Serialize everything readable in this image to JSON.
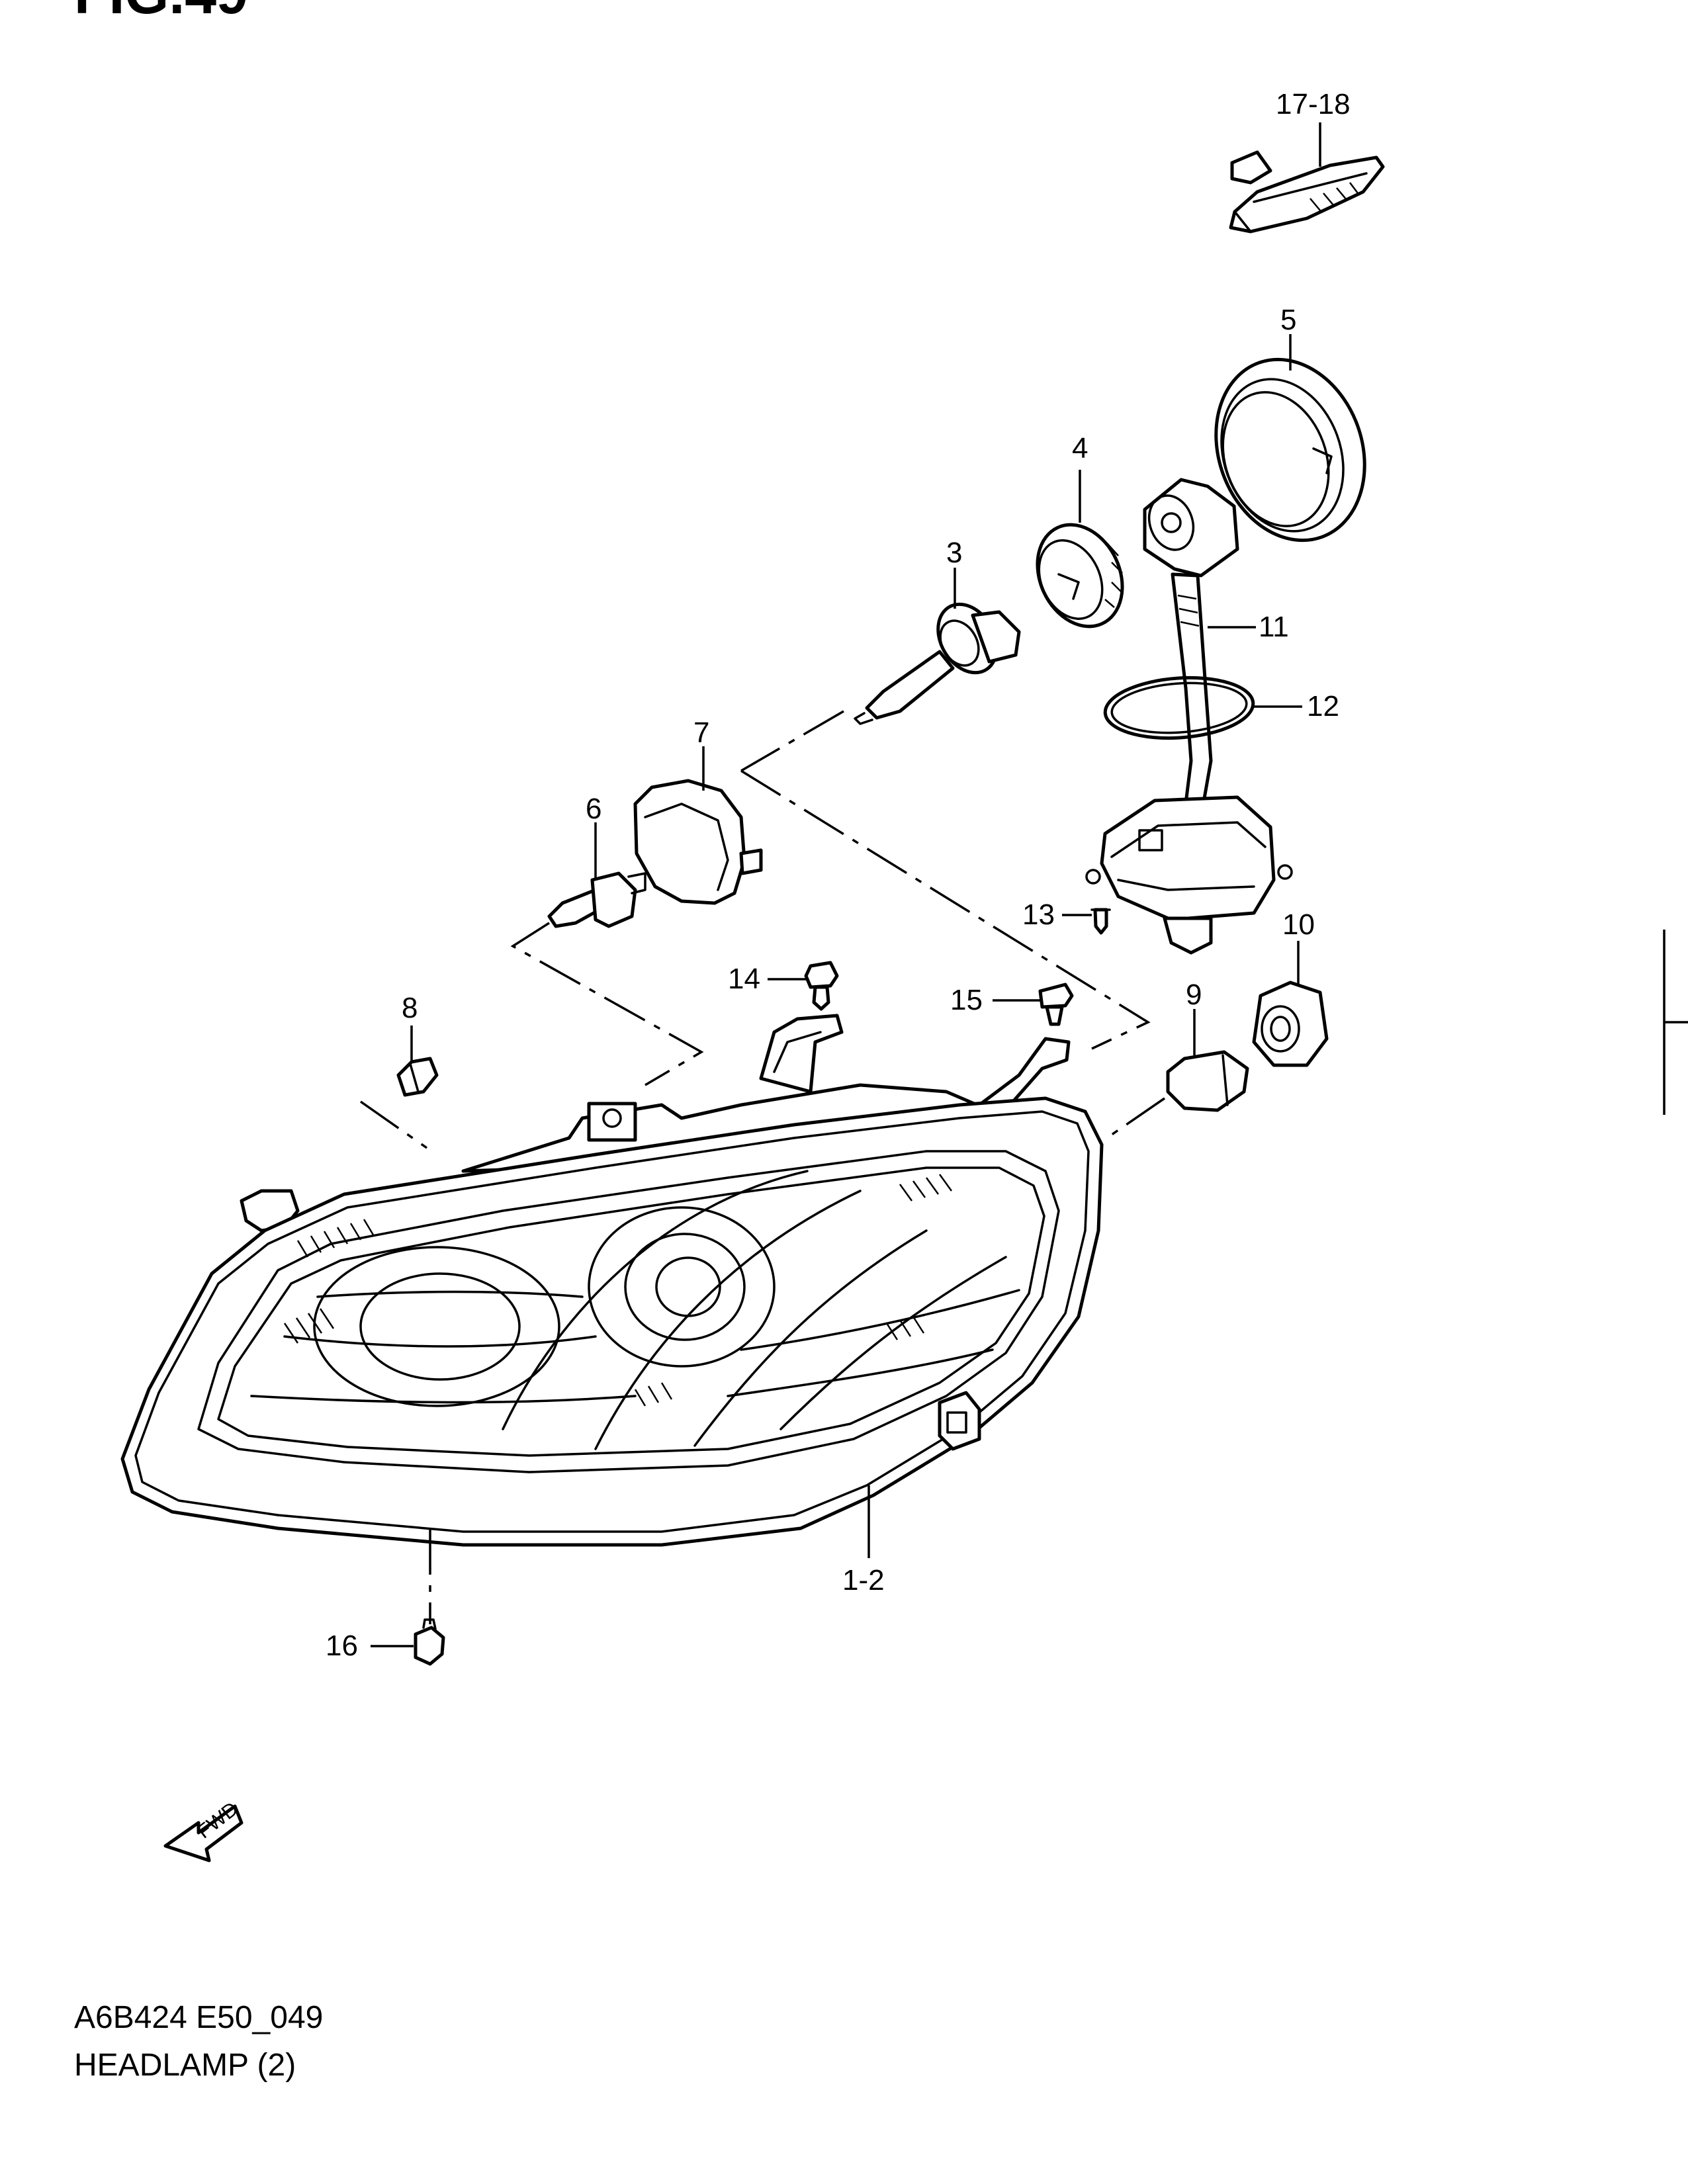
{
  "figure_label": "FIG.49",
  "drawing_code": "A6B424 E50_049",
  "caption": "HEADLAMP (2)",
  "direction_arrow_text": "FWD",
  "callouts": {
    "p1_2": "1-2",
    "p3": "3",
    "p4": "4",
    "p5": "5",
    "p6": "6",
    "p7": "7",
    "p8": "8",
    "p9": "9",
    "p10": "10",
    "p11": "11",
    "p12": "12",
    "p13": "13",
    "p14": "14",
    "p15": "15",
    "p16": "16",
    "p17_18": "17-18"
  }
}
